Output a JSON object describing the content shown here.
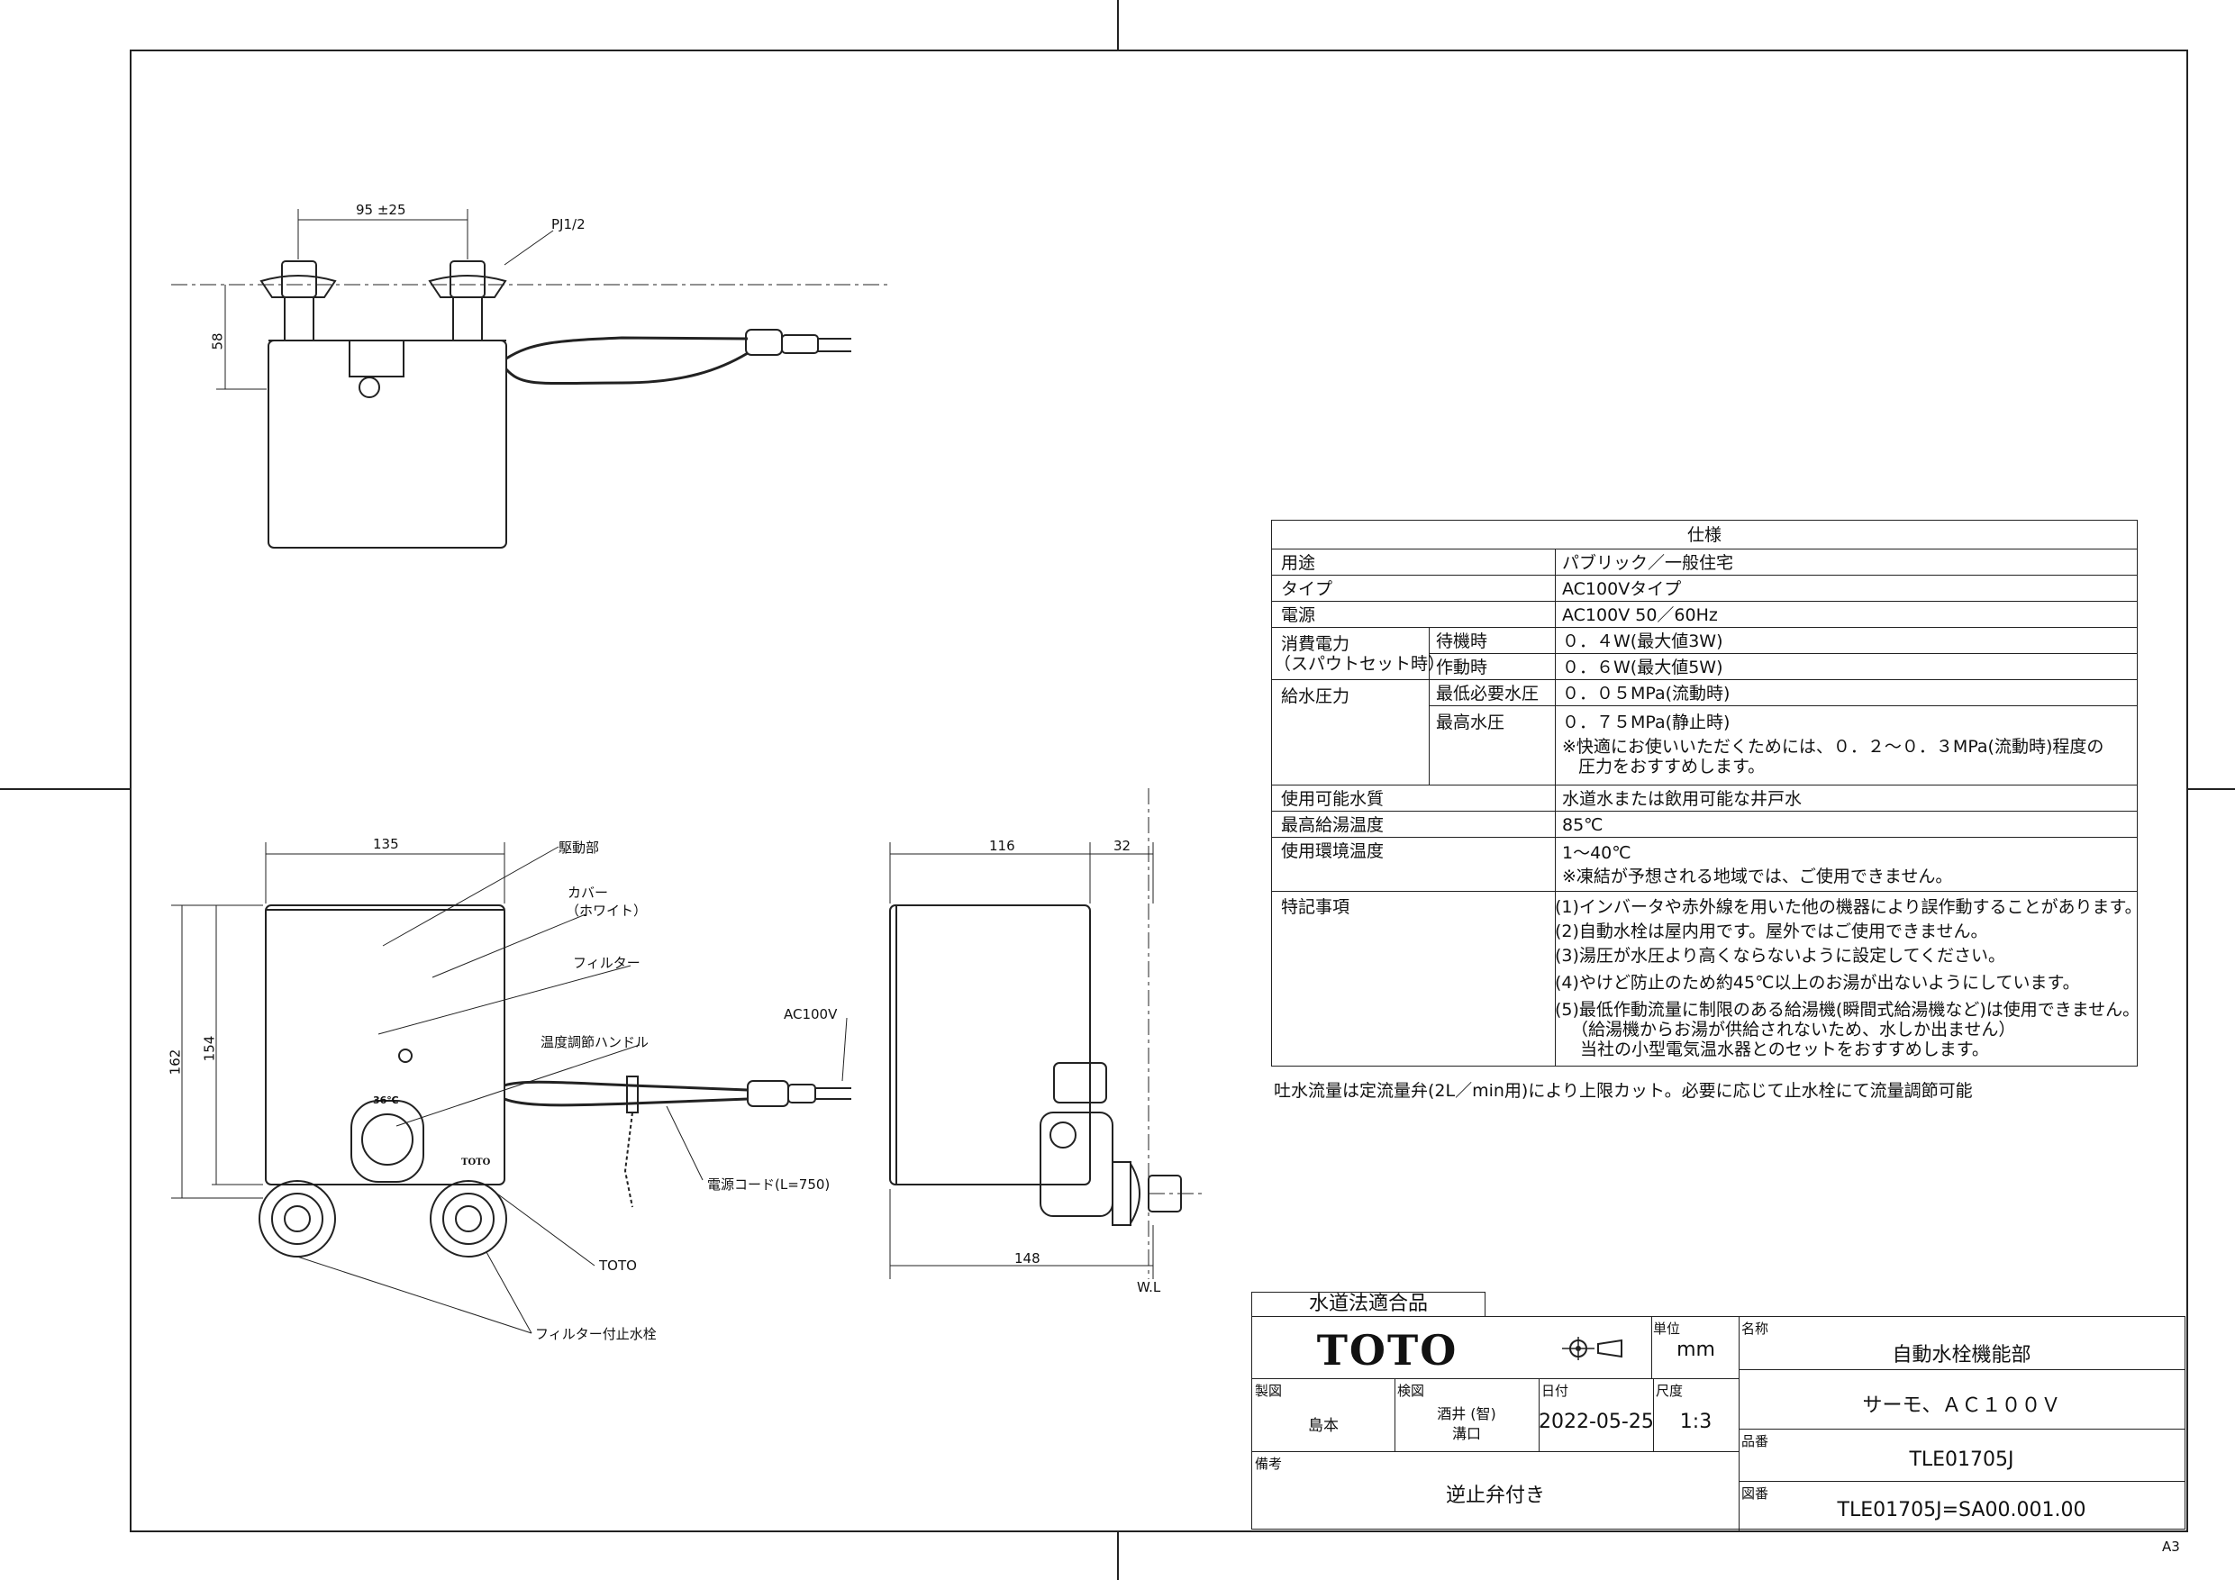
{
  "drawing": {
    "top_view": {
      "dim_spacing": "95 ±25",
      "thread_label": "PJ1/2",
      "dim_height": "58"
    },
    "front_view": {
      "dim_width": "135",
      "dim_height_total": "162",
      "dim_height_body": "154",
      "label_drive": "駆動部",
      "label_cover_1": "カバー",
      "label_cover_2": "（ホワイト）",
      "label_filter": "フィルター",
      "label_temp_handle": "温度調節ハンドル",
      "label_ac": "AC100V",
      "label_cord": "電源コード(L=750)",
      "label_toto": "TOTO",
      "label_filter_valve": "フィルター付止水栓",
      "handle_temp": "36℃",
      "logo_small": "TOTO"
    },
    "side_view": {
      "dim_depth": "116",
      "dim_offset": "32",
      "dim_total": "148",
      "label_wl": "W.L"
    }
  },
  "spec_table": {
    "title": "仕様",
    "rows": [
      {
        "label": "用途",
        "value": "パブリック／一般住宅"
      },
      {
        "label": "タイプ",
        "value": "AC100Vタイプ"
      },
      {
        "label": "電源",
        "value": "AC100V  50／60Hz"
      }
    ],
    "power": {
      "label_1": "消費電力",
      "label_2": "（スパウトセット時）",
      "standby_label": "待機時",
      "standby_value": "０．４W(最大値3W)",
      "active_label": "作動時",
      "active_value": "０．６W(最大値5W)"
    },
    "pressure": {
      "label": "給水圧力",
      "min_label": "最低必要水圧",
      "min_value": "０．０５MPa(流動時)",
      "max_label": "最高水圧",
      "max_value": "０．７５MPa(静止時)",
      "note_1": "※快適にお使いいただくためには、０．２～０．３MPa(流動時)程度の",
      "note_2": "圧力をおすすめします。"
    },
    "water_quality": {
      "label": "使用可能水質",
      "value": "水道水または飲用可能な井戸水"
    },
    "max_hot": {
      "label": "最高給湯温度",
      "value": "85℃"
    },
    "env_temp": {
      "label": "使用環境温度",
      "value": "1～40℃",
      "note": "※凍結が予想される地域では、ご使用できません。"
    },
    "notes": {
      "label": "特記事項",
      "items": [
        "(1)インバータや赤外線を用いた他の機器により誤作動することがあります。",
        "(2)自動水栓は屋内用です。屋外ではご使用できません。",
        "(3)湯圧が水圧より高くならないように設定してください。",
        "(4)やけど防止のため約45℃以上のお湯が出ないようにしています。",
        "(5)最低作動流量に制限のある給湯機(瞬間式給湯機など)は使用できません。",
        "（給湯機からお湯が供給されないため、水しか出ません）",
        "当社の小型電気温水器とのセットをおすすめします。"
      ]
    }
  },
  "flow_note": "吐水流量は定流量弁(2L／min用)により上限カット。必要に応じて止水栓にて流量調節可能",
  "title_block": {
    "compliance": "水道法適合品",
    "logo": "TOTO",
    "unit_label": "単位",
    "unit_value": "mm",
    "name_label": "名称",
    "name_value": "自動水栓機能部",
    "name_sub": "サーモ、ＡＣ１００Ｖ",
    "drawn_label": "製図",
    "drawn_value": "島本",
    "checked_label": "検図",
    "checked_value_1": "酒井 (智)",
    "checked_value_2": "溝口",
    "date_label": "日付",
    "date_value": "2022-05-25",
    "scale_label": "尺度",
    "scale_value": "1:3",
    "part_label": "品番",
    "part_value": "TLE01705J",
    "remarks_label": "備考",
    "remarks_value": "逆止弁付き",
    "drawing_no_label": "図番",
    "drawing_no_value": "TLE01705J=SA00.001.00"
  },
  "sheet_size": "A3"
}
